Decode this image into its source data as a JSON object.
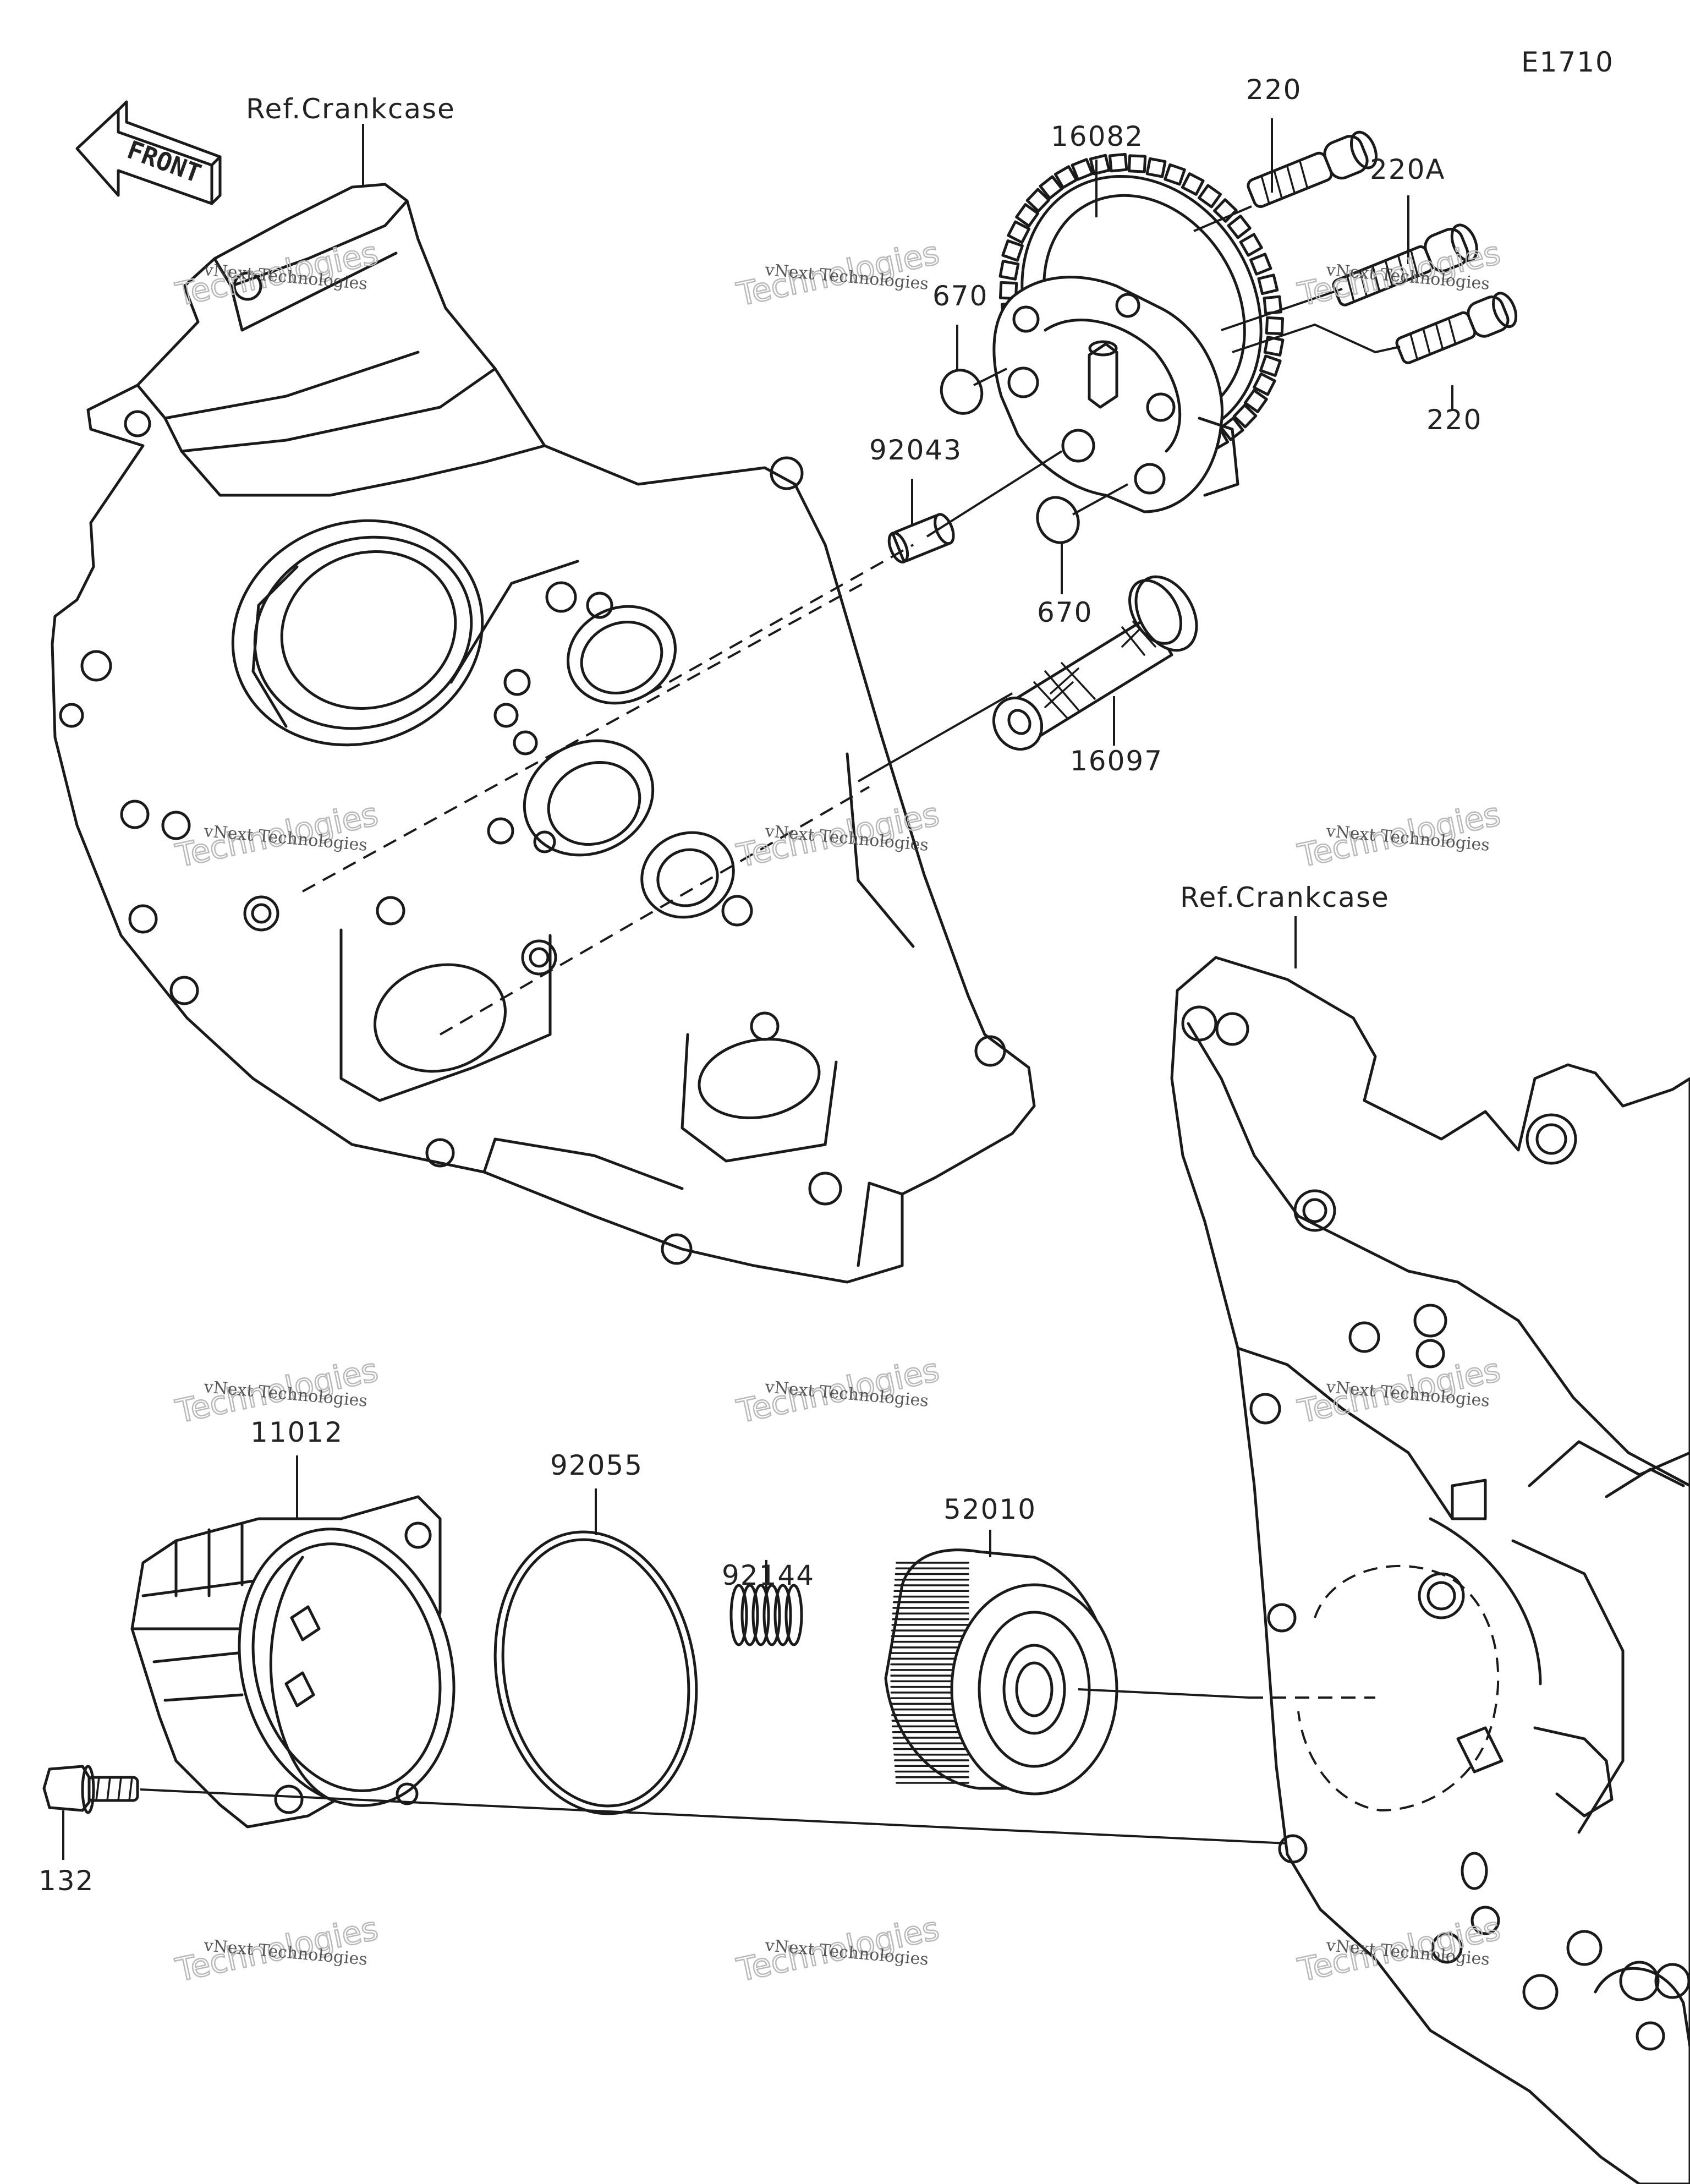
{
  "diagram_code": "E1710",
  "reference_labels": [
    "Ref.Crankcase",
    "Ref.Crankcase"
  ],
  "direction_indicator": "FRONT",
  "part_numbers": {
    "bolt_top": "220",
    "bolt_a": "220A",
    "bolt_right": "220",
    "oil_pump": "16082",
    "o_ring_upper": "670",
    "o_ring_lower": "670",
    "dowel_pin": "92043",
    "oil_screen": "16097",
    "filter_cover": "11012",
    "cover_o_ring": "92055",
    "spring": "92144",
    "oil_filter": "52010",
    "flange_bolt": "132"
  },
  "watermark": {
    "brand": "vNext Technologies",
    "stamp": "Technologies"
  }
}
